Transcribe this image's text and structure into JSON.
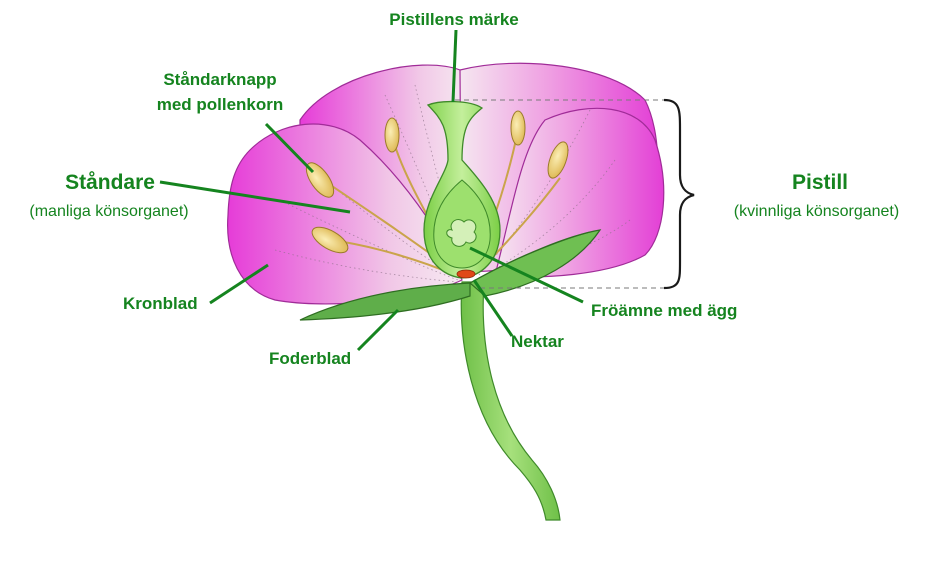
{
  "labels": {
    "stigma": "Pistillens märke",
    "anther_line1": "Ståndarknapp",
    "anther_line2": "med pollenkorn",
    "stamen": "Ståndare",
    "stamen_sub": "(manliga könsorganet)",
    "pistil": "Pistill",
    "pistil_sub": "(kvinnliga könsorganet)",
    "petal": "Kronblad",
    "ovary": "Fröämne med ägg",
    "nectar": "Nektar",
    "sepal": "Foderblad"
  },
  "colors": {
    "label_text": "#15841f",
    "petal": "#e646d8",
    "petal_light": "#f3d6ec",
    "pistil": "#8fd85a",
    "stem": "#8fd464",
    "sepal": "#5fae4a",
    "anther": "#e8c96a",
    "nectar": "#e04818"
  }
}
